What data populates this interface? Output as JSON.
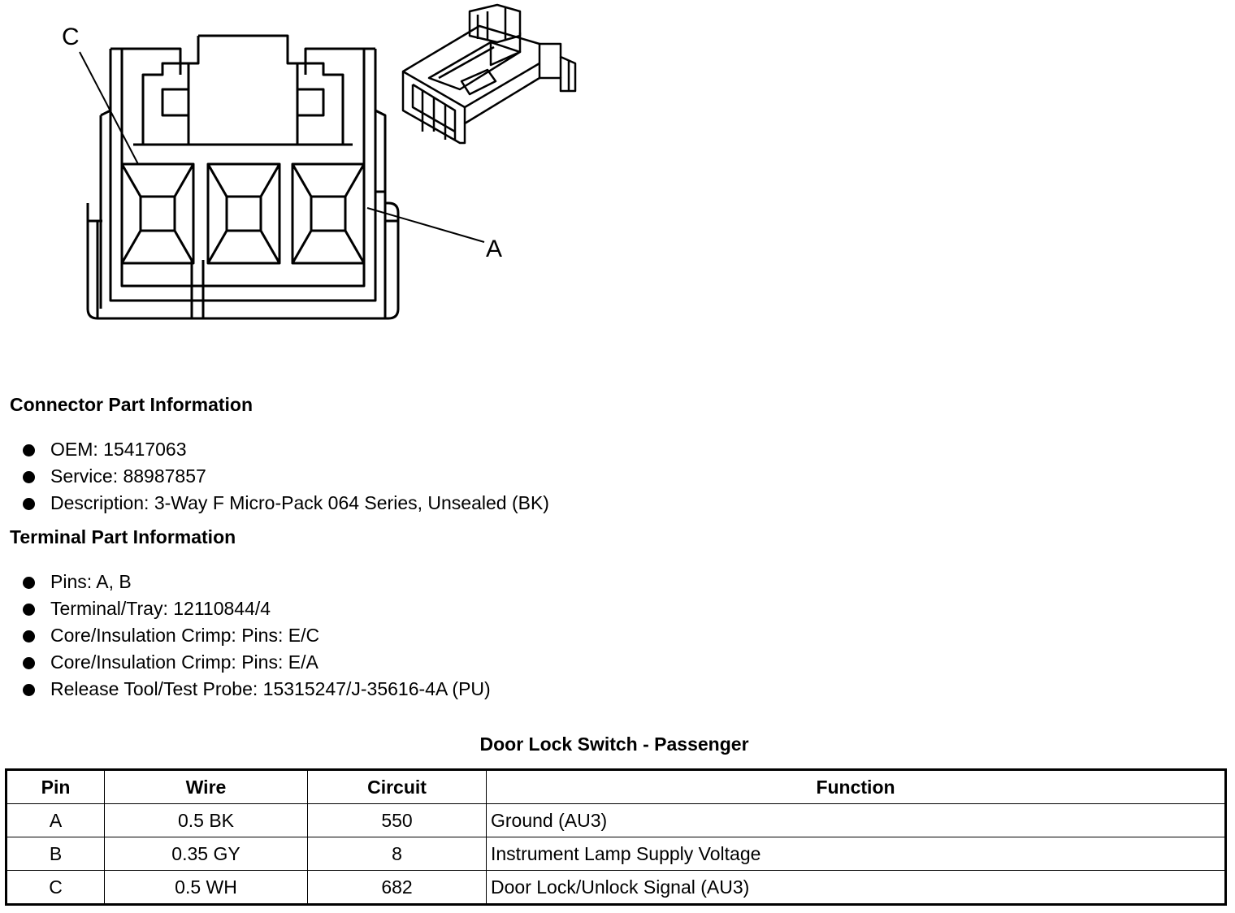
{
  "diagram": {
    "callout_c": "C",
    "callout_a": "A"
  },
  "connector_info": {
    "title": "Connector Part Information",
    "items": [
      "OEM: 15417063",
      "Service: 88987857",
      "Description: 3-Way F Micro-Pack 064 Series, Unsealed (BK)"
    ]
  },
  "terminal_info": {
    "title": "Terminal Part Information",
    "items": [
      "Pins: A, B",
      "Terminal/Tray: 12110844/4",
      "Core/Insulation Crimp: Pins: E/C",
      "Core/Insulation Crimp: Pins: E/A",
      "Release Tool/Test Probe: 15315247/J-35616-4A (PU)"
    ]
  },
  "pin_table": {
    "caption": "Door Lock Switch - Passenger",
    "headers": [
      "Pin",
      "Wire",
      "Circuit",
      "Function"
    ],
    "rows": [
      [
        "A",
        "0.5 BK",
        "550",
        "Ground (AU3)"
      ],
      [
        "B",
        "0.35 GY",
        "8",
        "Instrument Lamp Supply Voltage"
      ],
      [
        "C",
        "0.5 WH",
        "682",
        "Door Lock/Unlock Signal (AU3)"
      ]
    ]
  }
}
